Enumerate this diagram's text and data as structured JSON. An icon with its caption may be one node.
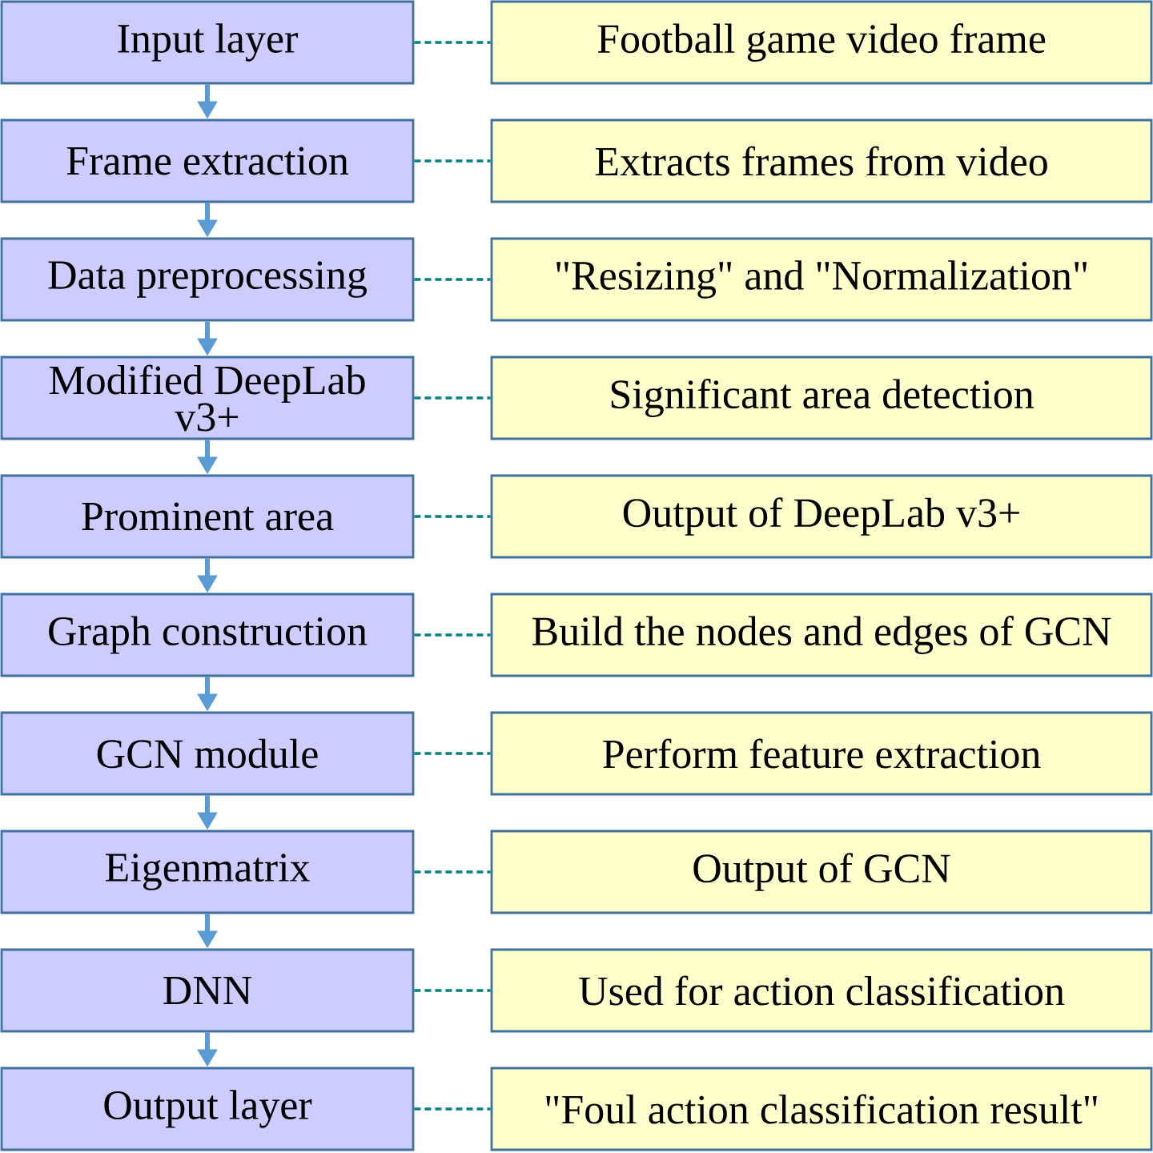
{
  "diagram": {
    "nodes": [
      {
        "text": [
          "Input layer"
        ]
      },
      {
        "text": [
          "Football game video frame"
        ]
      },
      {
        "text": [
          "Frame extraction"
        ]
      },
      {
        "text": [
          "Extracts frames from video"
        ]
      },
      {
        "text": [
          "Data preprocessing"
        ]
      },
      {
        "text": [
          "\"Resizing\" and \"Normalization\""
        ]
      },
      {
        "text": [
          "Modified DeepLab v3+"
        ]
      },
      {
        "text": [
          "Significant area detection"
        ]
      },
      {
        "text": [
          "Prominent area"
        ]
      },
      {
        "text": [
          "Output of DeepLab v3+"
        ]
      },
      {
        "text": [
          "Graph construction"
        ]
      },
      {
        "text": [
          "Build the nodes and edges of GCN"
        ]
      },
      {
        "text": [
          "GCN module"
        ]
      },
      {
        "text": [
          "Perform feature extraction"
        ]
      },
      {
        "text": [
          "Eigenmatrix"
        ]
      },
      {
        "text": [
          "Output of GCN"
        ]
      },
      {
        "text": [
          "DNN"
        ]
      },
      {
        "text": [
          "Used for action classification"
        ]
      },
      {
        "text": [
          "Output layer"
        ]
      },
      {
        "text": [
          "\"Foul action classification result\""
        ]
      }
    ],
    "edges": [
      {
        "from": 0,
        "to": 2,
        "arrow": "to",
        "color": "#5b9bd5"
      },
      {
        "from": 2,
        "to": 4,
        "arrow": "to",
        "color": "#5b9bd5"
      },
      {
        "from": 4,
        "to": 6,
        "arrow": "to",
        "color": "#5b9bd5"
      },
      {
        "from": 6,
        "to": 8,
        "arrow": "to",
        "color": "#5b9bd5"
      },
      {
        "from": 8,
        "to": 10,
        "arrow": "to",
        "color": "#5b9bd5"
      },
      {
        "from": 10,
        "to": 12,
        "arrow": "to",
        "color": "#5b9bd5"
      },
      {
        "from": 12,
        "to": 14,
        "arrow": "to",
        "color": "#5b9bd5"
      },
      {
        "from": 14,
        "to": 16,
        "arrow": "to",
        "color": "#5b9bd5"
      },
      {
        "from": 16,
        "to": 18,
        "arrow": "to",
        "color": "#5b9bd5"
      },
      {
        "from": 0,
        "to": 1,
        "arrow": "none",
        "style": "dashed",
        "color": "#008080"
      },
      {
        "from": 2,
        "to": 3,
        "arrow": "none",
        "style": "dashed",
        "color": "#008080"
      },
      {
        "from": 4,
        "to": 5,
        "arrow": "none",
        "style": "dashed",
        "color": "#008080"
      },
      {
        "from": 6,
        "to": 7,
        "arrow": "none",
        "style": "dashed",
        "color": "#008080"
      },
      {
        "from": 8,
        "to": 9,
        "arrow": "none",
        "style": "dashed",
        "color": "#008080"
      },
      {
        "from": 10,
        "to": 11,
        "arrow": "none",
        "style": "dashed",
        "color": "#008080"
      },
      {
        "from": 12,
        "to": 13,
        "arrow": "none",
        "style": "dashed",
        "color": "#008080"
      },
      {
        "from": 14,
        "to": 15,
        "arrow": "none",
        "style": "dashed",
        "color": "#008080"
      },
      {
        "from": 16,
        "to": 17,
        "arrow": "none",
        "style": "dashed",
        "color": "#008080"
      },
      {
        "from": 18,
        "to": 19,
        "arrow": "none",
        "style": "dashed",
        "color": "#008080"
      }
    ]
  }
}
